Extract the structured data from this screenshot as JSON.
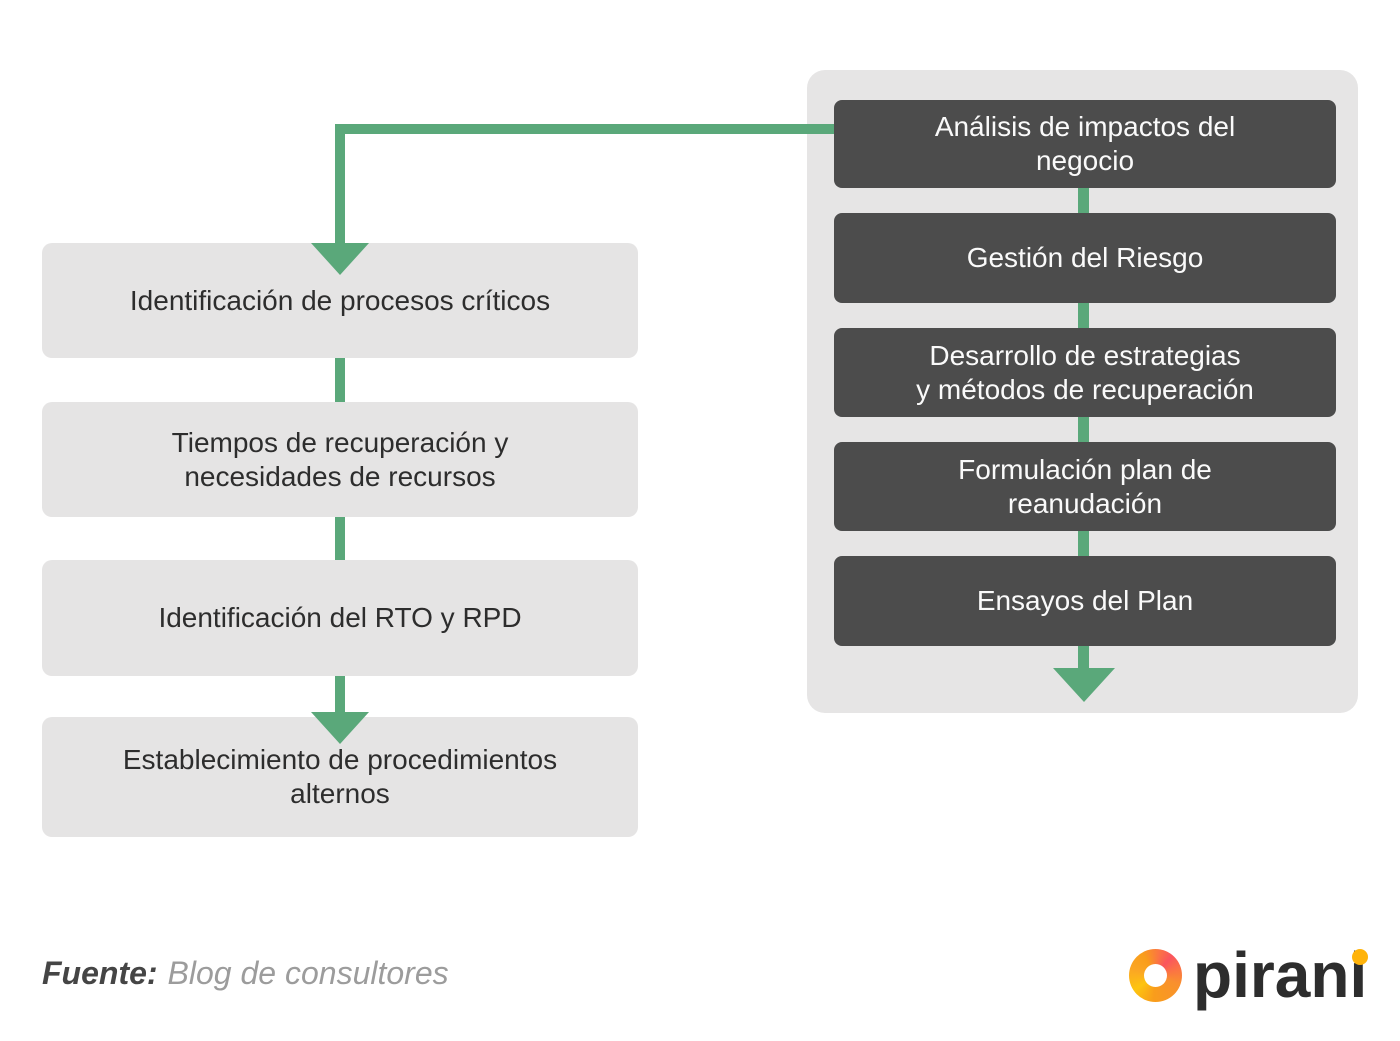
{
  "colors": {
    "page_bg": "#FFFFFF",
    "connector_green": "#5AA87A",
    "dark_box_bg": "#4C4C4C",
    "dark_box_text": "#FAFAFA",
    "panel_bg": "#E6E5E5",
    "light_box_bg": "#E5E4E4",
    "light_box_text": "#2D2D2D",
    "source_label_color": "#454545",
    "source_value_color": "#9C9C9C",
    "logo_text_color": "#2D2D2D",
    "logo_dot_color": "#FFB30A"
  },
  "left_flow": {
    "steps": [
      {
        "label": "Identificación de procesos críticos"
      },
      {
        "label": "Tiempos de recuperación y\nnecesidades de recursos"
      },
      {
        "label": "Identificación del RTO y RPD"
      },
      {
        "label": "Establecimiento de procedimientos\nalternos"
      }
    ]
  },
  "right_flow": {
    "steps": [
      {
        "label": "Análisis de impactos del\nnegocio"
      },
      {
        "label": "Gestión del Riesgo"
      },
      {
        "label": "Desarrollo de estrategias\ny métodos de recuperación"
      },
      {
        "label": "Formulación plan de\nreanudación"
      },
      {
        "label": "Ensayos del Plan"
      }
    ]
  },
  "footer": {
    "source_label": "Fuente:",
    "source_text": "Blog de consultores"
  },
  "logo": {
    "wordmark": "pirani"
  }
}
